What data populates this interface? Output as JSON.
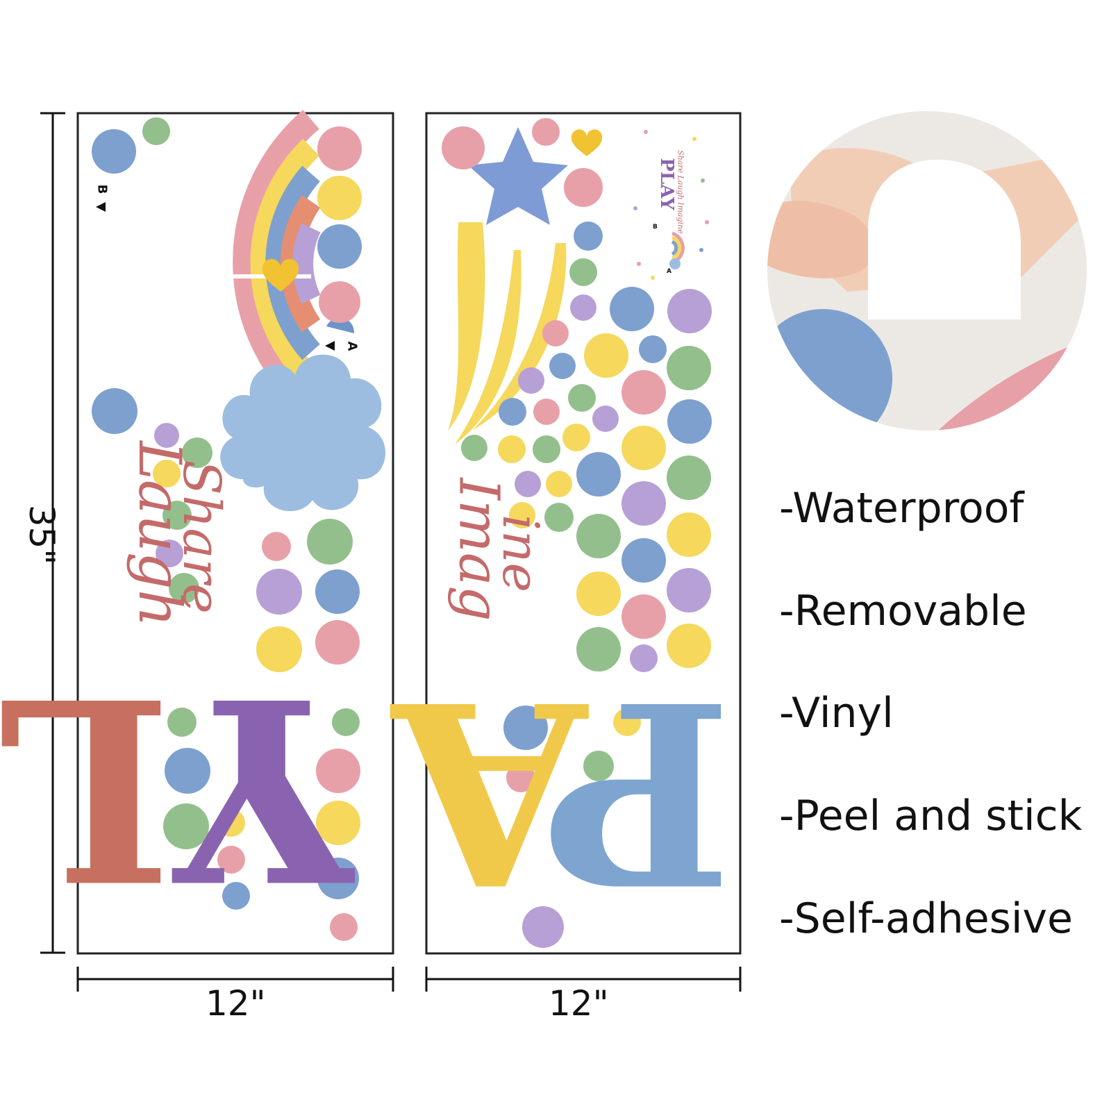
{
  "dimensions": {
    "height_label": "35\"",
    "width_label_left": "12\"",
    "width_label_right": "12\""
  },
  "panel_left": {
    "words": [
      "Laugh",
      "Share"
    ],
    "big_letters": [
      "L",
      "Y"
    ],
    "markers": [
      "B",
      "A"
    ]
  },
  "panel_right": {
    "words": [
      "Imag",
      "ine"
    ],
    "big_letters": [
      "A",
      "P"
    ],
    "preview_title": "PLAY",
    "preview_subtitle": "Share Laugh Imagine",
    "markers": [
      "B",
      "A"
    ]
  },
  "features": [
    "-Waterproof",
    "-Removable",
    "-Vinyl",
    "-Peel and stick",
    "-Self-adhesive"
  ],
  "colors": {
    "pink": "#e8a0a8",
    "yellow": "#f5d85c",
    "blue": "#7ea0cf",
    "green": "#93bf8c",
    "purple": "#b7a0d6",
    "coral": "#e58e72",
    "red_letter": "#c8705f",
    "purple_letter": "#8a63b0",
    "yellow_letter": "#f1c94a",
    "blue_letter": "#7ea5d0",
    "word_color": "#c46a6a"
  }
}
